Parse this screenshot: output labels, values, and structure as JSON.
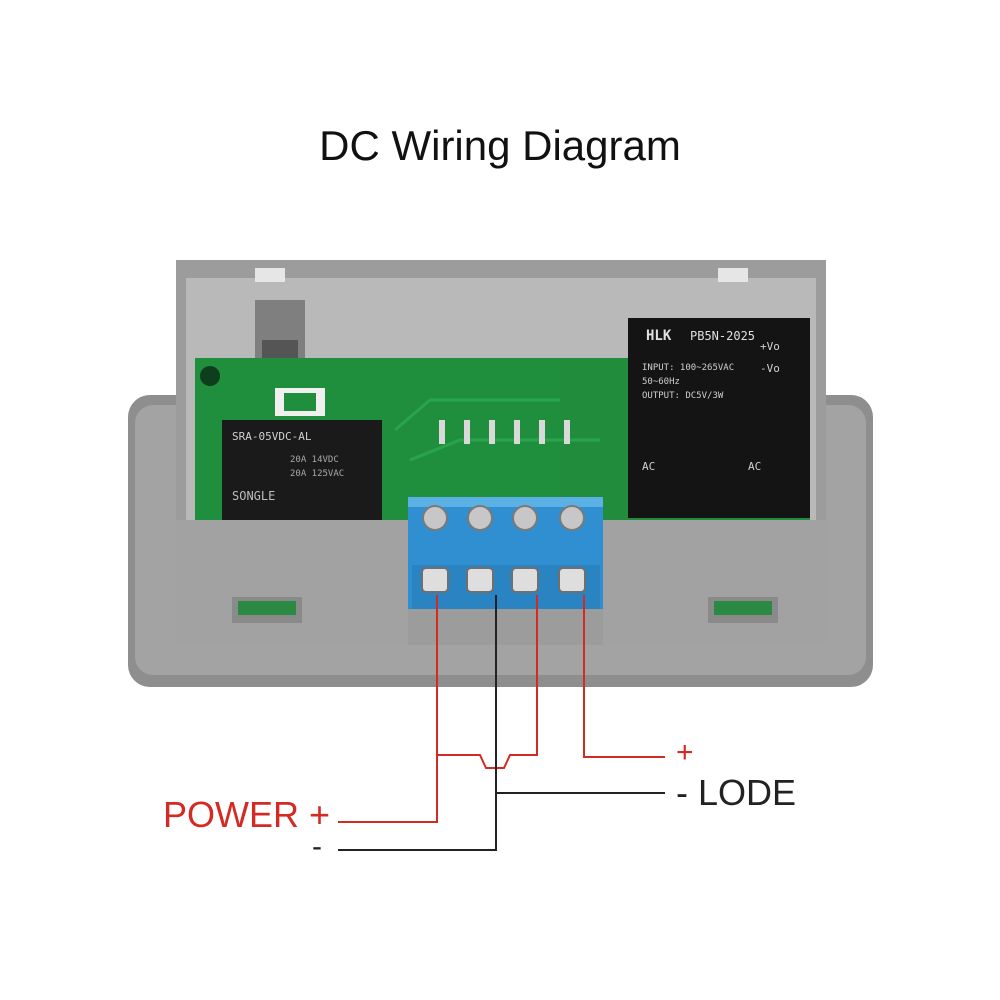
{
  "title": "DC Wiring Diagram",
  "labels": {
    "power": "POWER +",
    "power_minus": "-",
    "load_plus": "+",
    "load_minus": "- LODE"
  },
  "module": {
    "brand": "HLK",
    "model": "PB5N-2025",
    "input": "INPUT: 100~265VAC",
    "freq": "50~60Hz",
    "output": "OUTPUT: DC5V/3W",
    "ac_left": "AC",
    "ac_right": "AC",
    "vo_plus": "+Vo",
    "vo_minus": "-Vo"
  },
  "relay": {
    "model": "SRA-05VDC-AL",
    "rating1": "20A 14VDC",
    "rating2": "20A 125VAC",
    "brand": "SONGLE"
  },
  "colors": {
    "power_wire": "#d42a24",
    "neutral_wire": "#222222",
    "terminal": "#2f8fd0",
    "pcb": "#1f8f3e",
    "housing": "#9a9a9a"
  }
}
